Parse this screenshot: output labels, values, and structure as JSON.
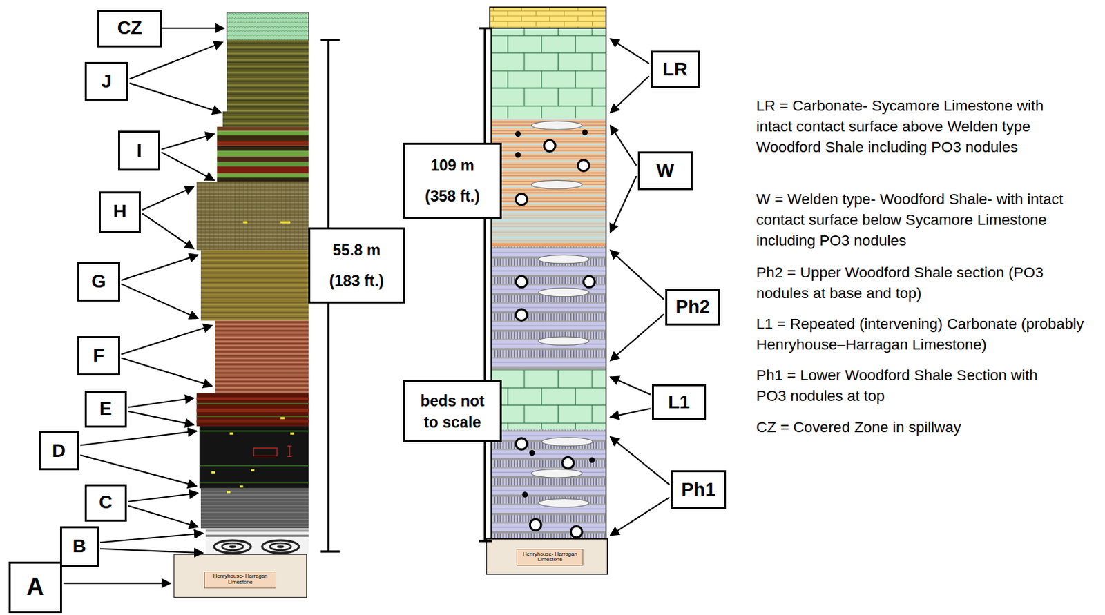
{
  "diagram": {
    "nodes": [
      {
        "text": [
          "CZ"
        ]
      },
      {
        "text": [
          "J"
        ]
      },
      {
        "text": [
          "I"
        ]
      },
      {
        "text": [
          "H"
        ]
      },
      {
        "text": [
          "G"
        ]
      },
      {
        "text": [
          "F"
        ]
      },
      {
        "text": [
          "E"
        ]
      },
      {
        "text": [
          "D"
        ]
      },
      {
        "text": [
          "C"
        ]
      },
      {
        "text": [
          "B"
        ]
      },
      {
        "text": [
          "A"
        ]
      },
      {
        "text": [
          "55.8 m",
          "(183 ft.)"
        ]
      },
      {
        "text": [
          "Henryhouse- Harragan Limestone"
        ]
      },
      {
        "text": [
          "109 m",
          "(358 ft.)"
        ]
      },
      {
        "text": [
          "LR"
        ]
      },
      {
        "text": [
          "W"
        ]
      },
      {
        "text": [
          "Ph2"
        ]
      },
      {
        "text": [
          "beds not to scale"
        ]
      },
      {
        "text": [
          "L1"
        ]
      },
      {
        "text": [
          "Ph1"
        ]
      },
      {
        "text": [
          "Henryhouse- Harragan Limestone"
        ]
      }
    ],
    "labels": [
      "LR = Carbonate- Sycamore Limestone with intact contact surface above Welden type Woodford Shale including PO3 nodules",
      "W = Welden type- Woodford Shale- with intact contact surface below Sycamore Limestone including PO3 nodules",
      "Ph2 = Upper Woodford Shale section (PO3 nodules at base and top)",
      "L1 = Repeated (intervening) Carbonate (probably Henryhouse–Harragan Limestone)",
      "Ph1 = Lower Woodford Shale Section with PO3 nodules at top",
      "CZ = Covered Zone in spillway"
    ]
  }
}
